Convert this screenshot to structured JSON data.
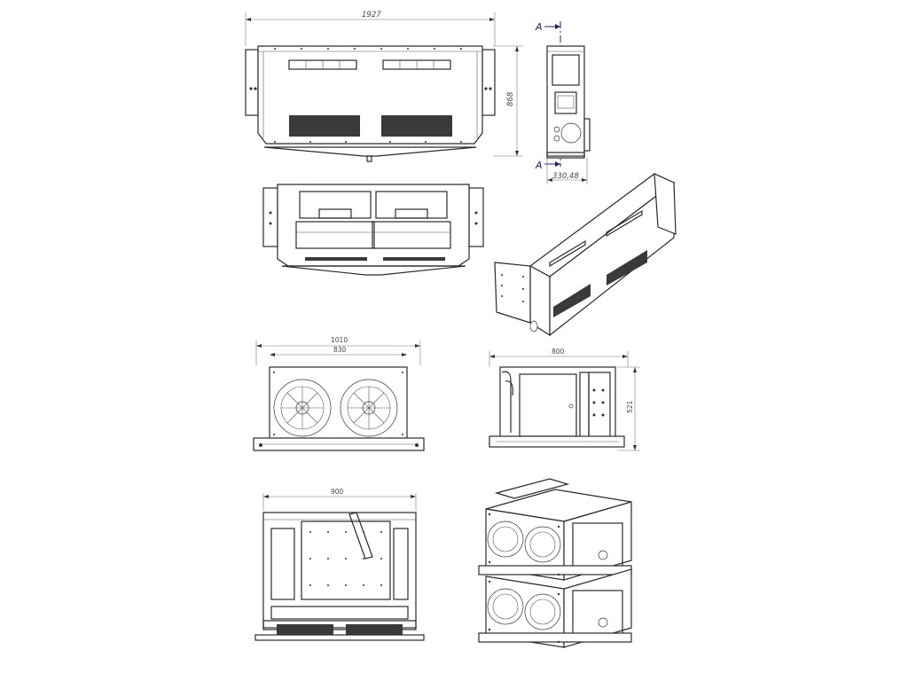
{
  "dimensions": {
    "top_width": "1927",
    "top_height": "868",
    "side_depth": "330,48",
    "fan_overall_width": "1010",
    "fan_inner_width": "830",
    "side_width": "800",
    "side_height": "521",
    "bottom_width": "900"
  },
  "section": {
    "label_top": "A",
    "label_bottom": "A"
  }
}
